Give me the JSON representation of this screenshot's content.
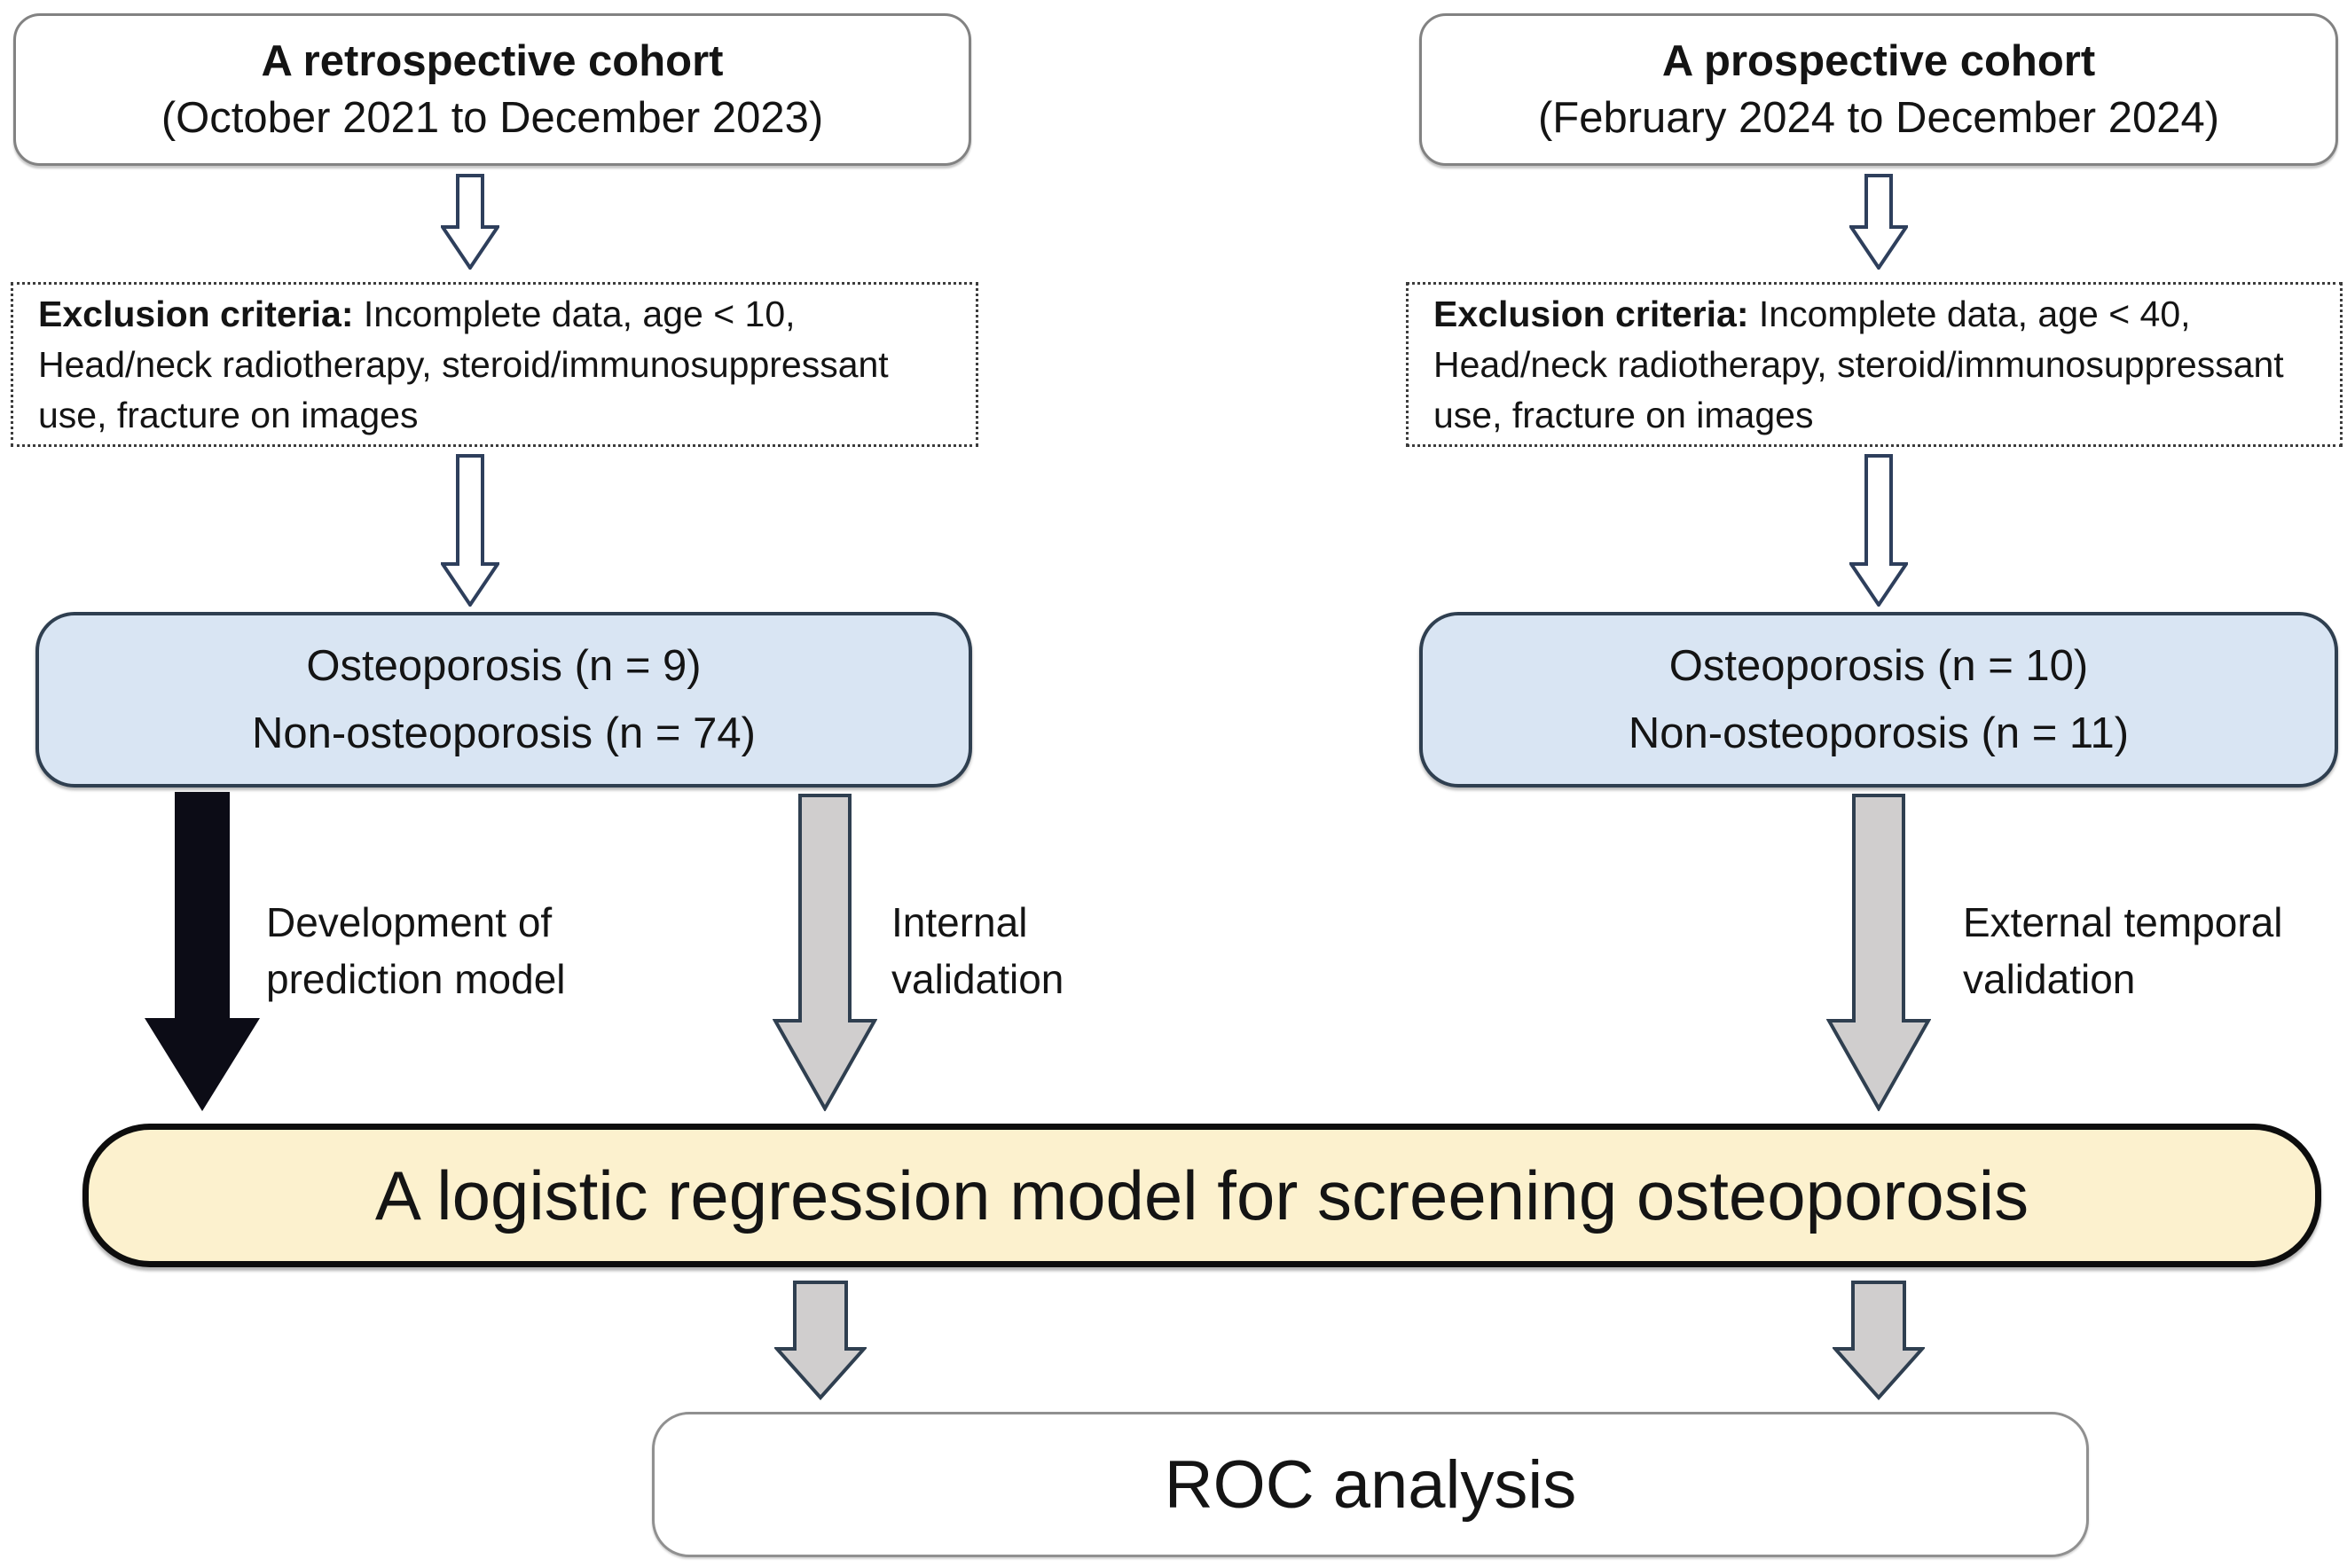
{
  "colors": {
    "box_blue_fill": "#d9e5f3",
    "box_blue_border": "#2f3f50",
    "box_yellow_fill": "#fcf1ce",
    "box_yellow_border": "#0d0d0d",
    "arrow_gray_fill": "#d0cece",
    "arrow_outline_stroke": "#2e3f5c",
    "arrow_black_fill": "#0c0c16",
    "text_color": "#141414"
  },
  "left": {
    "cohort": {
      "title": "A retrospective cohort",
      "subtitle": "(October 2021 to December 2023)"
    },
    "exclusion": {
      "label": "Exclusion criteria:",
      "lines": [
        "Incomplete data, age < 10,",
        "Head/neck radiotherapy, steroid/immunosuppressant",
        "use, fracture on images"
      ]
    },
    "population": {
      "line1": "Osteoporosis (n = 9)",
      "line2": "Non-osteoporosis (n = 74)"
    },
    "dev_label": {
      "line1": "Development of",
      "line2": "prediction model"
    },
    "internal_label": {
      "line1": "Internal",
      "line2": "validation"
    }
  },
  "right": {
    "cohort": {
      "title": "A prospective cohort",
      "subtitle": "(February 2024 to December 2024)"
    },
    "exclusion": {
      "label": "Exclusion criteria:",
      "lines": [
        "Incomplete data, age < 40,",
        "Head/neck radiotherapy, steroid/immunosuppressant",
        "use, fracture on images"
      ]
    },
    "population": {
      "line1": "Osteoporosis (n = 10)",
      "line2": "Non-osteoporosis (n = 11)"
    },
    "external_label": {
      "line1": "External temporal",
      "line2": "validation"
    }
  },
  "model_box": {
    "text": "A logistic regression model for screening osteoporosis"
  },
  "roc_box": {
    "text": "ROC analysis"
  }
}
